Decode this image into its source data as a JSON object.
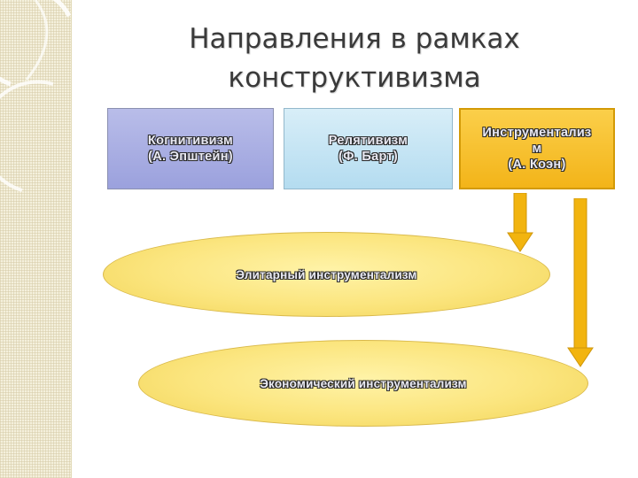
{
  "slide": {
    "title_line1": "Направления в рамках",
    "title_line2": "конструктивизма",
    "boxes": [
      {
        "line1": "Когнитивизм",
        "line2": "(А. Эпштейн)",
        "line3": ""
      },
      {
        "line1": "Релятивизм",
        "line2": "(Ф. Барт)",
        "line3": ""
      },
      {
        "line1": "Инструментализ",
        "line2": "м",
        "line3": "(А. Коэн)"
      }
    ],
    "ellipses": [
      {
        "label": "Элитарный инструментализм"
      },
      {
        "label": "Экономический инструментализм"
      }
    ]
  },
  "colors": {
    "box1": "#aeb3e6",
    "box2": "#c6e6f5",
    "box3": "#f7c12d",
    "ellipse": "#fbe57e",
    "arrow": "#f2b40f"
  }
}
